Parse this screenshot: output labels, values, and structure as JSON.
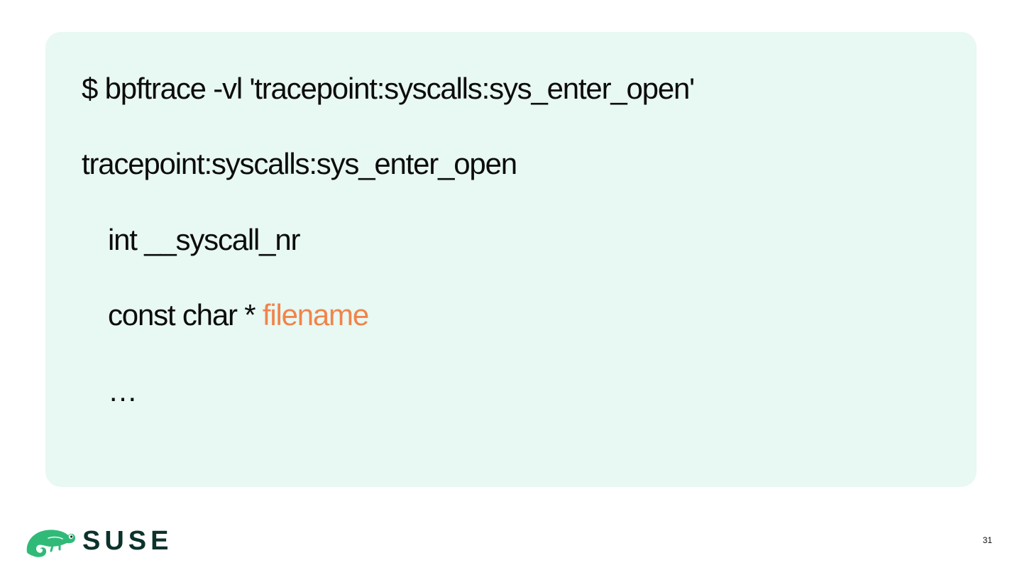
{
  "code": {
    "command": "$ bpftrace -vl 'tracepoint:syscalls:sys_enter_open'",
    "probe": "tracepoint:syscalls:sys_enter_open",
    "arg1": "int __syscall_nr",
    "arg2_prefix": "const char * ",
    "arg2_name": "filename",
    "ellipsis": "…"
  },
  "footer": {
    "logo_text": "SUSE",
    "logo_icon": "chameleon-icon",
    "page_number": "31"
  },
  "colors": {
    "panel_background": "#e8f8f3",
    "highlight": "#f0844a",
    "brand_green": "#30ba78",
    "brand_dark": "#0c322c"
  }
}
